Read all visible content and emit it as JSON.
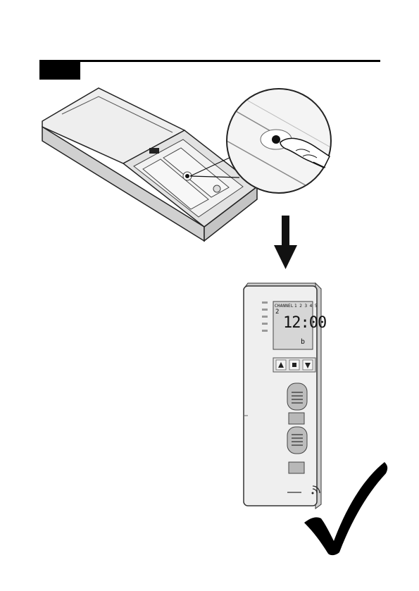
{
  "remote": {
    "lcd": {
      "channel_label": "CHANNEL",
      "channel_numbers": "1 2 3 4 5",
      "active_channel": "2",
      "time": "12:00",
      "mode_symbol": "b"
    }
  },
  "colors": {
    "ink": "#000000",
    "device_body": "#eeeeee",
    "device_shade": "#d0d0d0",
    "lcd_bg": "#d6d6d6"
  }
}
